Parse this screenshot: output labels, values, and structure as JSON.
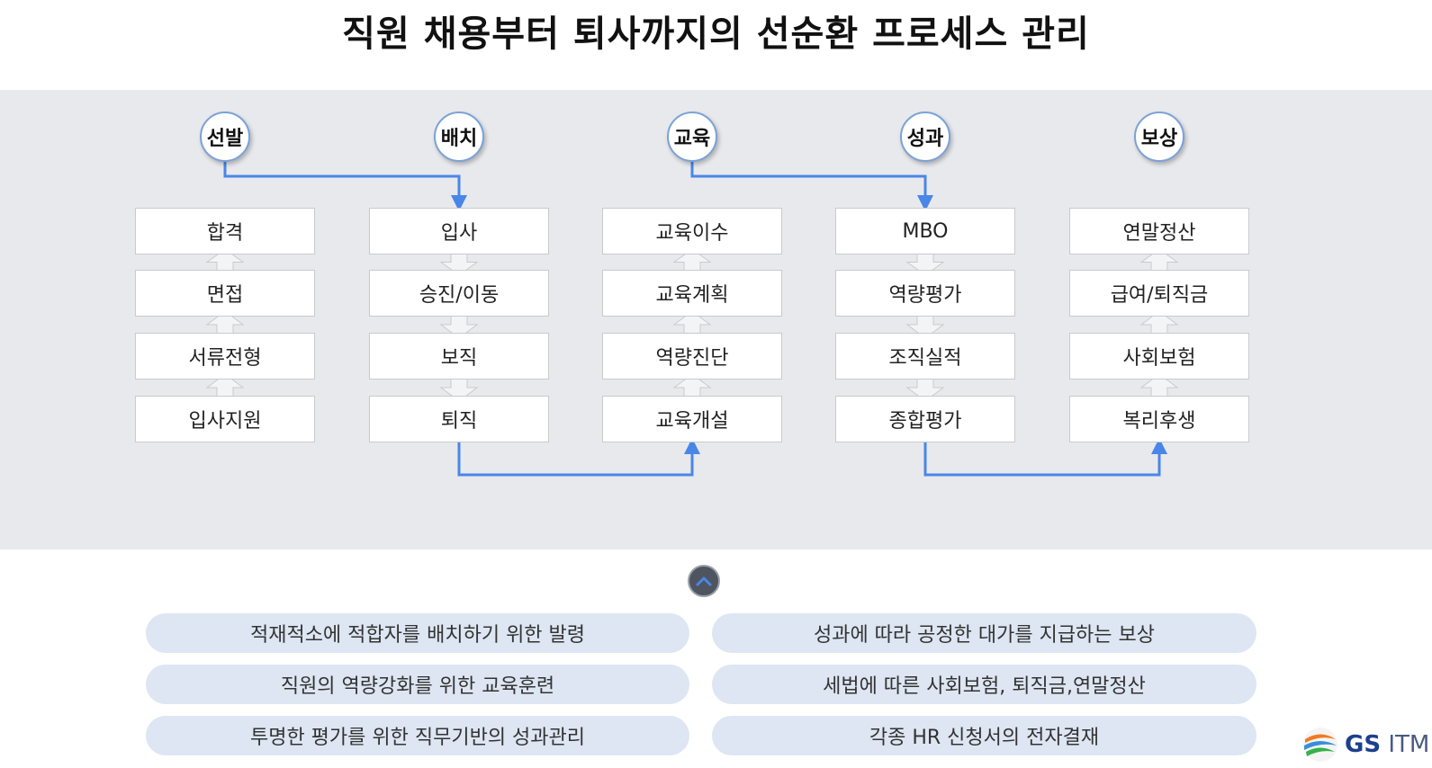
{
  "title": "직원 채용부터 퇴사까지의 선순환 프로세스 관리",
  "columns": [
    {
      "label": "선발",
      "steps": [
        "합격",
        "면접",
        "서류전형",
        "입사지원"
      ]
    },
    {
      "label": "배치",
      "steps": [
        "입사",
        "승진/이동",
        "보직",
        "퇴직"
      ]
    },
    {
      "label": "교육",
      "steps": [
        "교육이수",
        "교육계획",
        "역량진단",
        "교육개설"
      ]
    },
    {
      "label": "성과",
      "steps": [
        "MBO",
        "역량평가",
        "조직실적",
        "종합평가"
      ]
    },
    {
      "label": "보상",
      "steps": [
        "연말정산",
        "급여/퇴직금",
        "사회보험",
        "복리후생"
      ]
    }
  ],
  "descriptions": {
    "left": [
      "적재적소에 적합자를 배치하기 위한 발령",
      "직원의 역량강화를 위한 교육훈련",
      "투명한 평가를 위한 직무기반의 성과관리"
    ],
    "right": [
      "성과에 따라 공정한 대가를 지급하는 보상",
      "세법에 따른 사회보험, 퇴직금,연말정산",
      "각종 HR 신청서의 전자결재"
    ]
  },
  "logo": {
    "brand": "GS",
    "suffix": "ITM"
  },
  "colors": {
    "connector": "#4a86e8",
    "band": "#e8e9ec",
    "pill": "#dde6f2",
    "circle_border": "#7aa2d8"
  }
}
